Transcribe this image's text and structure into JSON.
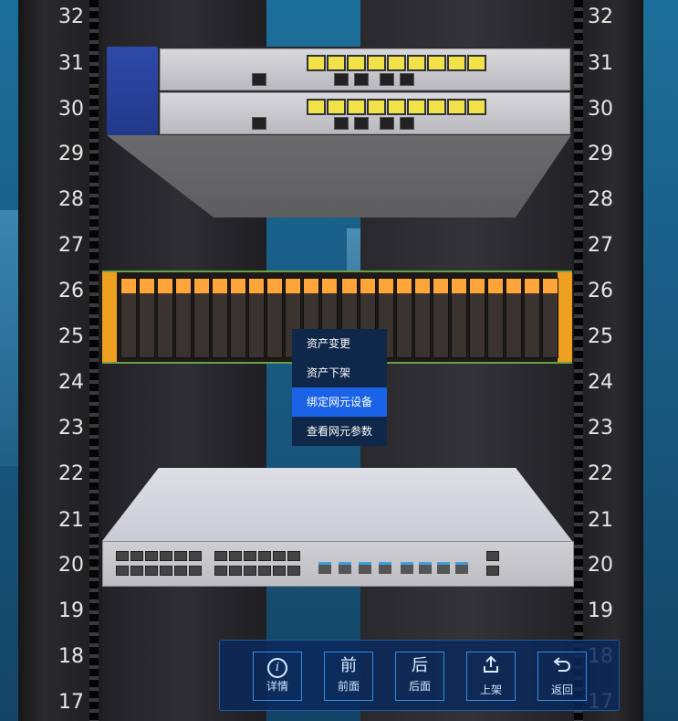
{
  "rack": {
    "units_left": [
      "32",
      "31",
      "30",
      "29",
      "28",
      "27",
      "26",
      "25",
      "24",
      "23",
      "22",
      "21",
      "20",
      "19",
      "18",
      "17"
    ],
    "units_right": [
      "32",
      "31",
      "30",
      "29",
      "28",
      "27",
      "26",
      "25",
      "24",
      "23",
      "22",
      "21",
      "20",
      "19",
      "18",
      "17"
    ]
  },
  "context_menu": {
    "items": [
      {
        "label": "资产变更"
      },
      {
        "label": "资产下架"
      },
      {
        "label": "绑定网元设备"
      },
      {
        "label": "查看网元参数"
      }
    ],
    "active_index": 2
  },
  "toolbar": {
    "buttons": [
      {
        "icon": "info-icon",
        "glyph": "i",
        "label": "详情"
      },
      {
        "icon": "front-icon",
        "glyph": "前",
        "label": "前面"
      },
      {
        "icon": "back-icon",
        "glyph": "后",
        "label": "后面"
      },
      {
        "icon": "upload-icon",
        "glyph": "⇪",
        "label": "上架"
      },
      {
        "icon": "return-icon",
        "glyph": "↶",
        "label": "返回"
      }
    ]
  },
  "colors": {
    "menu_bg": "#0f2748",
    "menu_active": "#1b63e6",
    "toolbar_bg": "#0a285a",
    "toolbar_border": "#2f8fe0"
  }
}
